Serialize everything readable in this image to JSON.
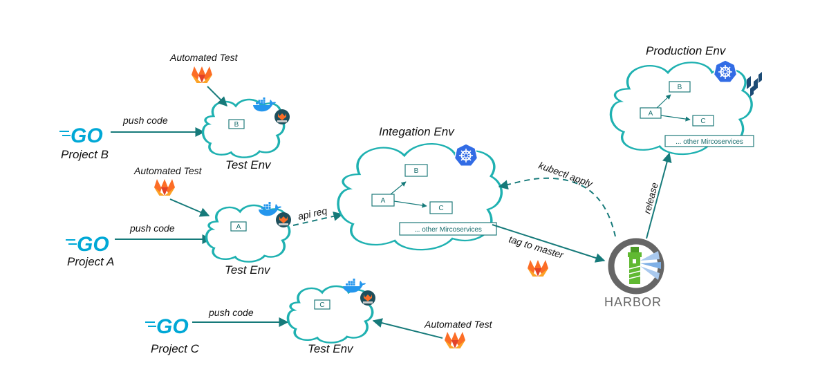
{
  "projects": [
    {
      "id": "b",
      "name": "Project B",
      "logo": "GO"
    },
    {
      "id": "a",
      "name": "Project A",
      "logo": "GO"
    },
    {
      "id": "c",
      "name": "Project C",
      "logo": "GO"
    }
  ],
  "test_envs": [
    {
      "id": "b",
      "label": "Test Env",
      "service": "B"
    },
    {
      "id": "a",
      "label": "Test Env",
      "service": "A"
    },
    {
      "id": "c",
      "label": "Test Env",
      "service": "C"
    }
  ],
  "automated_test_label": "Automated Test",
  "integration_env": {
    "title": "Integation Env",
    "services": [
      "A",
      "B",
      "C"
    ],
    "others": "... other Mircoservices"
  },
  "production_env": {
    "title": "Production Env",
    "services": [
      "A",
      "B",
      "C"
    ],
    "others": "... other Mircoservices"
  },
  "edges": {
    "push_code": "push code",
    "api_req": "api req",
    "kubectl_apply": "kubectl apply",
    "tag_to_master": "tag to master",
    "release": "release"
  },
  "registry": {
    "name": "HARBOR"
  },
  "colors": {
    "cloud_stroke": "#1fb1b1",
    "edge": "#167a7a",
    "go": "#00a8d6",
    "gitlab": "#e24329",
    "kubernetes": "#326ce5",
    "docker": "#2496ed",
    "harbor_green": "#60b932"
  }
}
